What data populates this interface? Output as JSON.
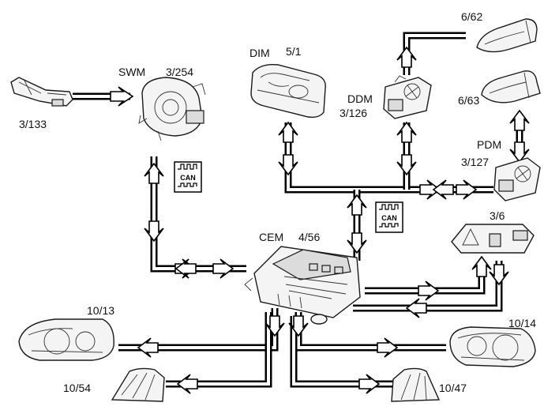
{
  "components": {
    "swm": {
      "name": "SWM",
      "code": "3/254"
    },
    "stalk": {
      "code": "3/133"
    },
    "dim": {
      "name": "DIM",
      "code": "5/1"
    },
    "ddm": {
      "name": "DDM",
      "code": "3/126"
    },
    "pdm": {
      "name": "PDM",
      "code": "3/127"
    },
    "mirror_left": {
      "code": "6/62"
    },
    "mirror_right": {
      "code": "6/63"
    },
    "switch_panel": {
      "code": "3/6"
    },
    "cem": {
      "name": "CEM",
      "code": "4/56"
    },
    "headlamp_left": {
      "code": "10/13"
    },
    "headlamp_right": {
      "code": "10/14"
    },
    "taillamp_left": {
      "code": "10/54"
    },
    "taillamp_right": {
      "code": "10/47"
    }
  },
  "bus_badges": {
    "left": {
      "text": "CAN"
    },
    "center": {
      "text": "CAN"
    }
  }
}
